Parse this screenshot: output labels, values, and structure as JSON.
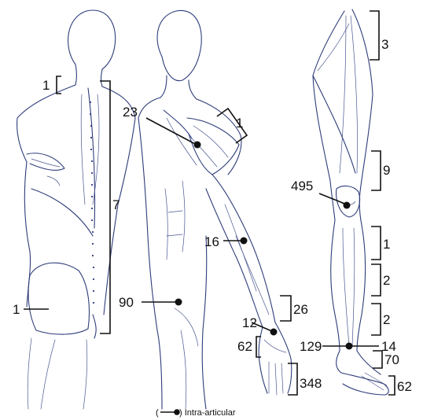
{
  "labels": {
    "back_neck": "1",
    "back_spine": "7",
    "back_buttock": "1",
    "shoulder_joint": "23",
    "acromio": "1",
    "elbow": "16",
    "hip": "90",
    "forearm": "26",
    "wrist": "12",
    "carpal": "62",
    "hand": "348",
    "thigh": "3",
    "knee_upper": "9",
    "knee_joint": "495",
    "leg_1": "1",
    "leg_2a": "2",
    "leg_2b": "2",
    "ankle_joint": "129",
    "ankle_right": "14",
    "heel": "70",
    "foot": "62"
  },
  "legend": {
    "open_paren": "(",
    "text": ") Intra-articular"
  },
  "colors": {
    "drawing": "#2f3d7a",
    "annotation": "#111111"
  }
}
